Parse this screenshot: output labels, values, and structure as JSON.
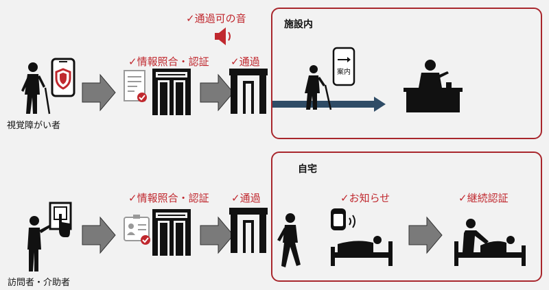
{
  "colors": {
    "accent": "#c0282e",
    "border": "#a8262c",
    "arrow": "#7a7a7a",
    "flow": "#2f4c66",
    "ink": "#111111"
  },
  "top_row": {
    "person_label": "視覚障がい者",
    "sound_label": "✓通過可の音",
    "verify_label": "✓情報照合・認証",
    "pass_label": "✓通過",
    "facility": {
      "title": "施設内",
      "phone_text": "案内"
    }
  },
  "bottom_row": {
    "person_label": "訪問者・介助者",
    "verify_label": "✓情報照合・認証",
    "pass_label": "✓通過",
    "home": {
      "title": "自宅",
      "notify_label": "✓お知らせ",
      "continuous_label": "✓継続認証"
    }
  },
  "icons": [
    "blind-person-icon",
    "shield-phone-icon",
    "certificate-icon",
    "elevator-icon",
    "gate-icon",
    "speaker-icon",
    "guided-walker-icon",
    "reception-desk-icon",
    "fingerprint-reader-icon",
    "visitor-icon",
    "id-card-icon",
    "walking-person-icon",
    "smart-speaker-icon",
    "person-in-bed-icon",
    "caregiver-icon"
  ]
}
